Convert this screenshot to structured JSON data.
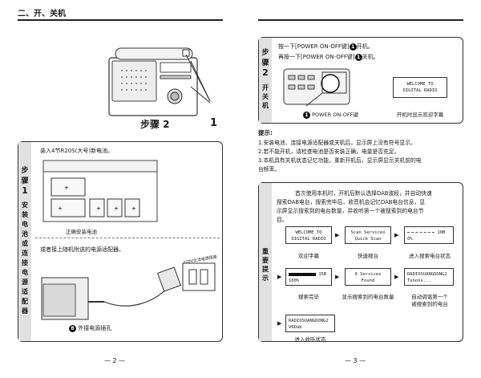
{
  "left_page": {
    "section_title": "二、开、关机",
    "step2_label": "步骤 2",
    "callout_number": "1",
    "step1_title": "步骤1",
    "step1_subtitle": "安装电池或连接电源适配器",
    "battery_instruction": "装入4节R20S(大号)新电池。",
    "battery_caption": "正确安装电池",
    "adapter_instruction": "或者接上随机附送的电源适配器。",
    "adapter_label": "220V交流电源插座",
    "power_jack_label": "外接电源插孔",
    "power_jack_number": "8",
    "page_number": "— 2 —"
  },
  "right_page": {
    "step2_title": "步骤2",
    "step2_subtitle": "开关机",
    "line1": "按一下[POWER ON-OFF键]",
    "line1_tail": "开机。",
    "line2": "再按一下[POWER ON-OFF键]",
    "line2_tail": "关机。",
    "key_number": "1",
    "key_label": "POWER ON-OFF键",
    "welcome_lcd": [
      "WELCOME TO",
      "DIGITAL RADIO"
    ],
    "welcome_caption": "开机时显示欢迎字幕",
    "tips_title": "提示:",
    "tips": [
      "1.安装电池、连接电源适配器或关机后，显示屏上没有符号显示。",
      "2.若不能开机，请检查电池是否安装正确，电量是否充足。",
      "3.本机具有关机状态记忆功能，重新开机后，显示屏显示关机前的电",
      "   台频率。"
    ],
    "important_title": "重要提示",
    "important_text": [
      "首次使用本机时，开机后默认选择DAB波段，并自动快速",
      "搜索DAB电台，搜索完毕后，收音机会记忆DAB电台信息，显",
      "示屏显示搜索到的电台数量，并收听第一个被搜索到的电台节",
      "目。"
    ],
    "lcd_welcome": [
      "WELCOME TO",
      "DIGITAL RADIO"
    ],
    "lcd_scan": [
      "Scan Services",
      "Quick Scan"
    ],
    "lcd_progress": [
      "10B",
      "0%"
    ],
    "cap_welcome": "欢迎字幕",
    "cap_scan": "快速搜台",
    "cap_progress": "进入搜索电台状态",
    "lcd_done": [
      "15B",
      "100%"
    ],
    "lcd_found": [
      "9 Services",
      "Found"
    ],
    "lcd_tuning": [
      "RADIOSUANGDONG2",
      "Tunons..."
    ],
    "cap_done": "搜索完毕",
    "cap_found": "显示搜索到的电台数量",
    "cap_tuning": [
      "自动调谐第一个",
      "被搜索到的电台"
    ],
    "lcd_listen": [
      "RADIOSUANGDONG2",
      "V6Dab"
    ],
    "cap_listen": "进入收听状态",
    "page_number": "— 3 —"
  },
  "colors": {
    "sidebar": "#e1e1e1",
    "ink": "#1a1a1a",
    "border": "#333333"
  }
}
